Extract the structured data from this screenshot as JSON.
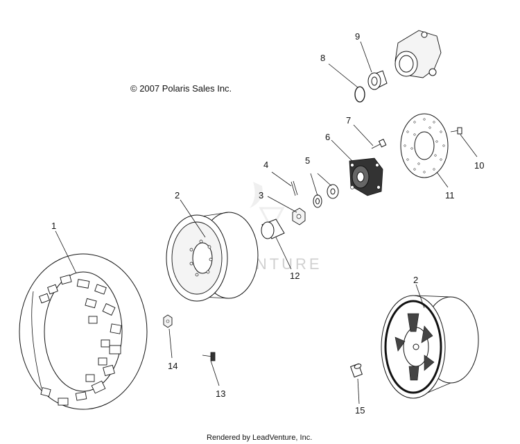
{
  "copyright": "© 2007 Polaris Sales Inc.",
  "footer": "Rendered by LeadVenture, Inc.",
  "watermark": "LEADVENTURE",
  "callouts": {
    "n1": "1",
    "n2a": "2",
    "n2b": "2",
    "n3": "3",
    "n4": "4",
    "n5": "5",
    "n6": "6",
    "n7": "7",
    "n8": "8",
    "n9": "9",
    "n10": "10",
    "n11": "11",
    "n12": "12",
    "n13": "13",
    "n14": "14",
    "n15": "15"
  }
}
